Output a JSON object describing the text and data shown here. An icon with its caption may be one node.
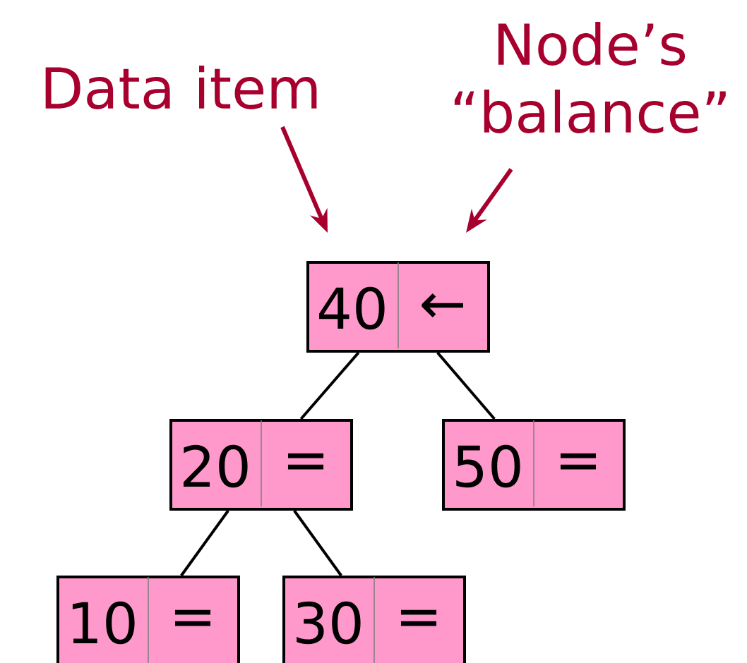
{
  "diagram": {
    "nodes": [
      {
        "text": [
          "Data item"
        ]
      },
      {
        "text": [
          "Node’s “balance”"
        ]
      },
      {
        "text": [
          "40",
          "←"
        ]
      },
      {
        "text": [
          "20",
          "="
        ]
      },
      {
        "text": [
          "50",
          "="
        ]
      },
      {
        "text": [
          "10",
          "="
        ]
      },
      {
        "text": [
          "30",
          "="
        ]
      }
    ],
    "edges": [
      {
        "from": 0,
        "to": 2,
        "arrow": "to",
        "color": "#a8002e"
      },
      {
        "from": 1,
        "to": 2,
        "arrow": "to",
        "color": "#a8002e"
      },
      {
        "from": 2,
        "to": 3,
        "arrow": "none"
      },
      {
        "from": 2,
        "to": 4,
        "arrow": "none"
      },
      {
        "from": 3,
        "to": 5,
        "arrow": "none"
      },
      {
        "from": 3,
        "to": 6,
        "arrow": "none"
      }
    ]
  }
}
